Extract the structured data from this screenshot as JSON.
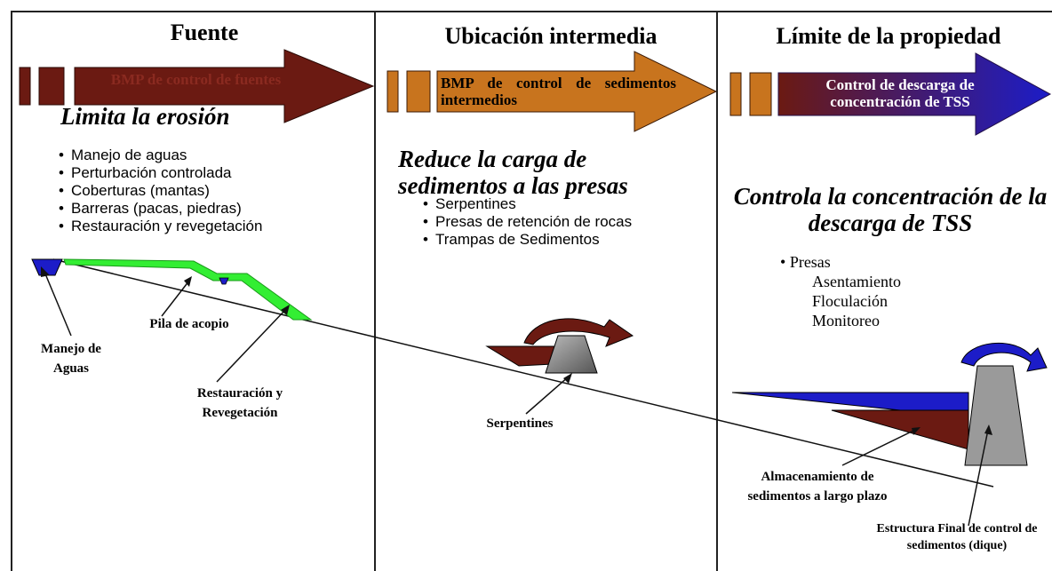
{
  "columns": [
    {
      "title": "Fuente",
      "arrow_label": "BMP de control de fuentes",
      "heading": "Limita la erosión",
      "bullets": [
        "Manejo de aguas",
        "Perturbación controlada",
        "Coberturas (mantas)",
        "Barreras (pacas, piedras)",
        "Restauración y revegetación"
      ],
      "colors": {
        "arrow": "#6b1a12",
        "blocks": "#6b1a12"
      }
    },
    {
      "title": "Ubicación intermedia",
      "arrow_label": "BMP de control de sedimentos intermedios",
      "heading": "Reduce la carga de sedimentos a las presas",
      "bullets": [
        "Serpentines",
        "Presas de retención de rocas",
        "Trampas de Sedimentos"
      ],
      "colors": {
        "arrow": "#c8741e",
        "blocks": "#c8741e"
      }
    },
    {
      "title": "Límite de la propiedad",
      "arrow_label": "Control de descarga de concentración de TSS",
      "heading": "Controla la concentración de la descarga de TSS",
      "list_title": "Presas",
      "list_items": [
        "Asentamiento",
        "Floculación",
        "Monitoreo"
      ],
      "colors": {
        "arrow_from": "#6b1a12",
        "arrow_to": "#1c1cc8",
        "blocks": "#c8741e"
      }
    }
  ],
  "callouts": {
    "manejo": "Manejo de Aguas",
    "pila": "Pila de acopio",
    "restauracion": "Restauración y Revegetación",
    "serpentines": "Serpentines",
    "almacenamiento": "Almacenamiento de sedimentos a largo plazo",
    "estructura": "Estructura Final de control de sedimentos (dique)"
  },
  "colors": {
    "green_slope": "#33ee33",
    "water_blue": "#1c1cc8",
    "dark_red": "#6b1a12",
    "gray_dam": "#9a9a9a"
  }
}
